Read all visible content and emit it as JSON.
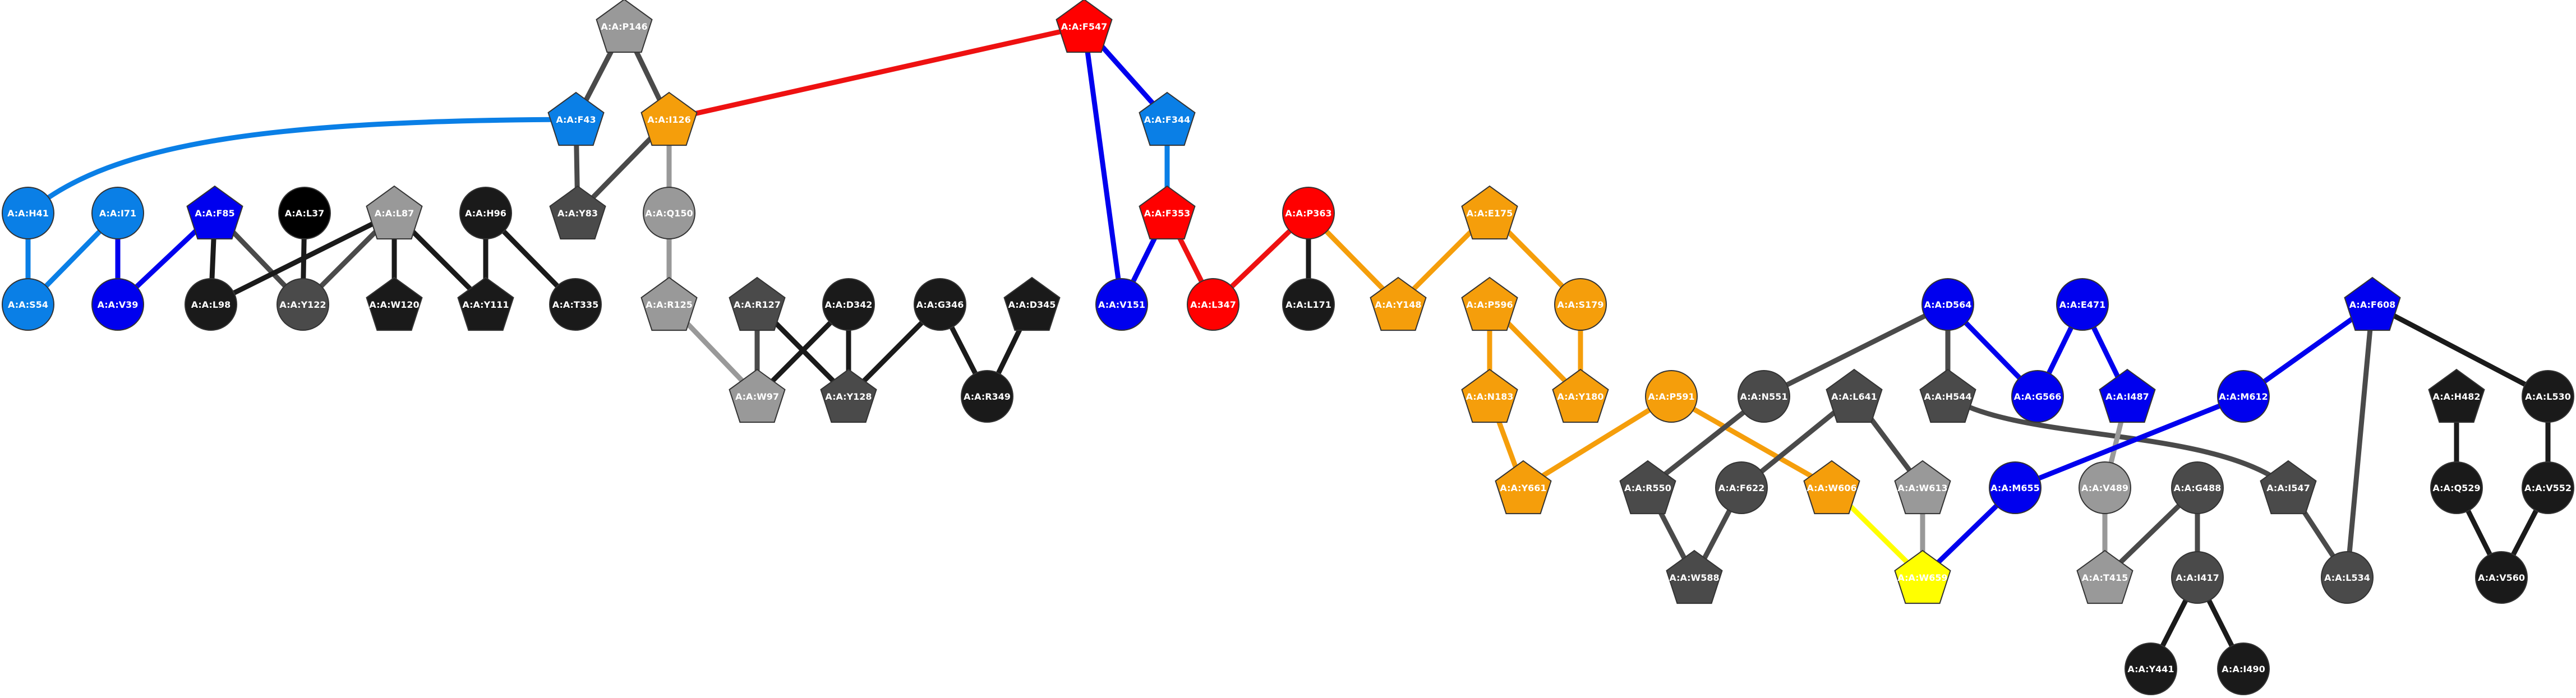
{
  "nodes": [
    {
      "id": "P146",
      "label": "A:A:P146",
      "shape": "pentagon",
      "color": "#999999"
    },
    {
      "id": "F547",
      "label": "A:A:F547",
      "shape": "pentagon",
      "color": "#ff0000"
    },
    {
      "id": "F43",
      "label": "A:A:F43",
      "shape": "pentagon",
      "color": "#0a7fe6"
    },
    {
      "id": "I126",
      "label": "A:A:I126",
      "shape": "pentagon",
      "color": "#f59e0b"
    },
    {
      "id": "F344",
      "label": "A:A:F344",
      "shape": "pentagon",
      "color": "#0a7fe6"
    },
    {
      "id": "H41",
      "label": "A:A:H41",
      "shape": "circle",
      "color": "#0a7fe6"
    },
    {
      "id": "I71",
      "label": "A:A:I71",
      "shape": "circle",
      "color": "#0a7fe6"
    },
    {
      "id": "F85",
      "label": "A:A:F85",
      "shape": "pentagon",
      "color": "#0000ee"
    },
    {
      "id": "L37",
      "label": "A:A:L37",
      "shape": "circle",
      "color": "#000000"
    },
    {
      "id": "L87",
      "label": "A:A:L87",
      "shape": "pentagon",
      "color": "#999999"
    },
    {
      "id": "H96",
      "label": "A:A:H96",
      "shape": "circle",
      "color": "#1a1a1a"
    },
    {
      "id": "Y83",
      "label": "A:A:Y83",
      "shape": "pentagon",
      "color": "#4a4a4a"
    },
    {
      "id": "Q150",
      "label": "A:A:Q150",
      "shape": "circle",
      "color": "#999999"
    },
    {
      "id": "F353",
      "label": "A:A:F353",
      "shape": "pentagon",
      "color": "#ff0000"
    },
    {
      "id": "P363",
      "label": "A:A:P363",
      "shape": "circle",
      "color": "#ff0000"
    },
    {
      "id": "E175",
      "label": "A:A:E175",
      "shape": "pentagon",
      "color": "#f59e0b"
    },
    {
      "id": "S54",
      "label": "A:A:S54",
      "shape": "circle",
      "color": "#0a7fe6"
    },
    {
      "id": "V39",
      "label": "A:A:V39",
      "shape": "circle",
      "color": "#0000ee"
    },
    {
      "id": "L98",
      "label": "A:A:L98",
      "shape": "circle",
      "color": "#1a1a1a"
    },
    {
      "id": "Y122",
      "label": "A:A:Y122",
      "shape": "circle",
      "color": "#4a4a4a"
    },
    {
      "id": "W120",
      "label": "A:A:W120",
      "shape": "pentagon",
      "color": "#1a1a1a"
    },
    {
      "id": "Y111",
      "label": "A:A:Y111",
      "shape": "pentagon",
      "color": "#1a1a1a"
    },
    {
      "id": "T335",
      "label": "A:A:T335",
      "shape": "circle",
      "color": "#1a1a1a"
    },
    {
      "id": "R125",
      "label": "A:A:R125",
      "shape": "pentagon",
      "color": "#999999"
    },
    {
      "id": "R127",
      "label": "A:A:R127",
      "shape": "pentagon",
      "color": "#4a4a4a"
    },
    {
      "id": "D342",
      "label": "A:A:D342",
      "shape": "circle",
      "color": "#1a1a1a"
    },
    {
      "id": "G346",
      "label": "A:A:G346",
      "shape": "circle",
      "color": "#1a1a1a"
    },
    {
      "id": "D345",
      "label": "A:A:D345",
      "shape": "pentagon",
      "color": "#1a1a1a"
    },
    {
      "id": "V151",
      "label": "A:A:V151",
      "shape": "circle",
      "color": "#0000ee"
    },
    {
      "id": "L347",
      "label": "A:A:L347",
      "shape": "circle",
      "color": "#ff0000"
    },
    {
      "id": "L171",
      "label": "A:A:L171",
      "shape": "circle",
      "color": "#1a1a1a"
    },
    {
      "id": "Y148",
      "label": "A:A:Y148",
      "shape": "pentagon",
      "color": "#f59e0b"
    },
    {
      "id": "P596",
      "label": "A:A:P596",
      "shape": "pentagon",
      "color": "#f59e0b"
    },
    {
      "id": "S179",
      "label": "A:A:S179",
      "shape": "circle",
      "color": "#f59e0b"
    },
    {
      "id": "D564",
      "label": "A:A:D564",
      "shape": "circle",
      "color": "#0000ee"
    },
    {
      "id": "E471",
      "label": "A:A:E471",
      "shape": "circle",
      "color": "#0000ee"
    },
    {
      "id": "F608",
      "label": "A:A:F608",
      "shape": "pentagon",
      "color": "#0000ee"
    },
    {
      "id": "W97",
      "label": "A:A:W97",
      "shape": "pentagon",
      "color": "#999999"
    },
    {
      "id": "Y128",
      "label": "A:A:Y128",
      "shape": "pentagon",
      "color": "#4a4a4a"
    },
    {
      "id": "R349",
      "label": "A:A:R349",
      "shape": "circle",
      "color": "#1a1a1a"
    },
    {
      "id": "N183",
      "label": "A:A:N183",
      "shape": "pentagon",
      "color": "#f59e0b"
    },
    {
      "id": "Y180",
      "label": "A:A:Y180",
      "shape": "pentagon",
      "color": "#f59e0b"
    },
    {
      "id": "P591",
      "label": "A:A:P591",
      "shape": "circle",
      "color": "#f59e0b"
    },
    {
      "id": "N551",
      "label": "A:A:N551",
      "shape": "circle",
      "color": "#4a4a4a"
    },
    {
      "id": "L641",
      "label": "A:A:L641",
      "shape": "pentagon",
      "color": "#4a4a4a"
    },
    {
      "id": "H544",
      "label": "A:A:H544",
      "shape": "pentagon",
      "color": "#4a4a4a"
    },
    {
      "id": "G566",
      "label": "A:A:G566",
      "shape": "circle",
      "color": "#0000ee"
    },
    {
      "id": "I487",
      "label": "A:A:I487",
      "shape": "pentagon",
      "color": "#0000ee"
    },
    {
      "id": "M612",
      "label": "A:A:M612",
      "shape": "circle",
      "color": "#0000ee"
    },
    {
      "id": "H482",
      "label": "A:A:H482",
      "shape": "pentagon",
      "color": "#1a1a1a"
    },
    {
      "id": "L530",
      "label": "A:A:L530",
      "shape": "circle",
      "color": "#1a1a1a"
    },
    {
      "id": "Y661",
      "label": "A:A:Y661",
      "shape": "pentagon",
      "color": "#f59e0b"
    },
    {
      "id": "R550",
      "label": "A:A:R550",
      "shape": "pentagon",
      "color": "#4a4a4a"
    },
    {
      "id": "F622",
      "label": "A:A:F622",
      "shape": "circle",
      "color": "#4a4a4a"
    },
    {
      "id": "W606",
      "label": "A:A:W606",
      "shape": "pentagon",
      "color": "#f59e0b"
    },
    {
      "id": "W613",
      "label": "A:A:W613",
      "shape": "pentagon",
      "color": "#999999"
    },
    {
      "id": "M655",
      "label": "A:A:M655",
      "shape": "circle",
      "color": "#0000ee"
    },
    {
      "id": "V489",
      "label": "A:A:V489",
      "shape": "circle",
      "color": "#999999"
    },
    {
      "id": "G488",
      "label": "A:A:G488",
      "shape": "circle",
      "color": "#4a4a4a"
    },
    {
      "id": "I547",
      "label": "A:A:I547",
      "shape": "pentagon",
      "color": "#4a4a4a"
    },
    {
      "id": "Q529",
      "label": "A:A:Q529",
      "shape": "circle",
      "color": "#1a1a1a"
    },
    {
      "id": "V552",
      "label": "A:A:V552",
      "shape": "circle",
      "color": "#1a1a1a"
    },
    {
      "id": "W588",
      "label": "A:A:W588",
      "shape": "pentagon",
      "color": "#4a4a4a"
    },
    {
      "id": "W659",
      "label": "A:A:W659",
      "shape": "pentagon",
      "color": "#ffff00"
    },
    {
      "id": "T415",
      "label": "A:A:T415",
      "shape": "pentagon",
      "color": "#999999"
    },
    {
      "id": "I417",
      "label": "A:A:I417",
      "shape": "circle",
      "color": "#4a4a4a"
    },
    {
      "id": "L534",
      "label": "A:A:L534",
      "shape": "circle",
      "color": "#4a4a4a"
    },
    {
      "id": "V560",
      "label": "A:A:V560",
      "shape": "circle",
      "color": "#1a1a1a"
    },
    {
      "id": "Y441",
      "label": "A:A:Y441",
      "shape": "circle",
      "color": "#1a1a1a"
    },
    {
      "id": "I490",
      "label": "A:A:I490",
      "shape": "circle",
      "color": "#1a1a1a"
    }
  ],
  "edges": [
    {
      "source": "P146",
      "target": "F43",
      "color": "#4a4a4a"
    },
    {
      "source": "P146",
      "target": "I126",
      "color": "#4a4a4a"
    },
    {
      "source": "F547",
      "target": "I126",
      "color": "#ee1111"
    },
    {
      "source": "F547",
      "target": "F344",
      "color": "#0000ee"
    },
    {
      "source": "F547",
      "target": "V151",
      "color": "#0000ee"
    },
    {
      "source": "F43",
      "target": "H41",
      "color": "#0a7fe6"
    },
    {
      "source": "F43",
      "target": "Y83",
      "color": "#4a4a4a"
    },
    {
      "source": "I126",
      "target": "Y83",
      "color": "#4a4a4a"
    },
    {
      "source": "I126",
      "target": "Q150",
      "color": "#999999"
    },
    {
      "source": "F344",
      "target": "F353",
      "color": "#0a7fe6"
    },
    {
      "source": "H41",
      "target": "S54",
      "color": "#0a7fe6"
    },
    {
      "source": "I71",
      "target": "S54",
      "color": "#0a7fe6"
    },
    {
      "source": "I71",
      "target": "V39",
      "color": "#0000ee"
    },
    {
      "source": "F85",
      "target": "V39",
      "color": "#0000ee"
    },
    {
      "source": "F85",
      "target": "L98",
      "color": "#1a1a1a"
    },
    {
      "source": "F85",
      "target": "Y122",
      "color": "#4a4a4a"
    },
    {
      "source": "L37",
      "target": "Y122",
      "color": "#1a1a1a"
    },
    {
      "source": "L87",
      "target": "L98",
      "color": "#1a1a1a"
    },
    {
      "source": "L87",
      "target": "Y122",
      "color": "#4a4a4a"
    },
    {
      "source": "L87",
      "target": "W120",
      "color": "#1a1a1a"
    },
    {
      "source": "L87",
      "target": "Y111",
      "color": "#1a1a1a"
    },
    {
      "source": "H96",
      "target": "Y111",
      "color": "#1a1a1a"
    },
    {
      "source": "H96",
      "target": "T335",
      "color": "#1a1a1a"
    },
    {
      "source": "Q150",
      "target": "R125",
      "color": "#999999"
    },
    {
      "source": "R125",
      "target": "W97",
      "color": "#999999"
    },
    {
      "source": "R127",
      "target": "W97",
      "color": "#4a4a4a"
    },
    {
      "source": "R127",
      "target": "Y128",
      "color": "#1a1a1a"
    },
    {
      "source": "D342",
      "target": "W97",
      "color": "#1a1a1a"
    },
    {
      "source": "D342",
      "target": "Y128",
      "color": "#1a1a1a"
    },
    {
      "source": "G346",
      "target": "Y128",
      "color": "#1a1a1a"
    },
    {
      "source": "G346",
      "target": "R349",
      "color": "#1a1a1a"
    },
    {
      "source": "D345",
      "target": "R349",
      "color": "#1a1a1a"
    },
    {
      "source": "F353",
      "target": "V151",
      "color": "#0000ee"
    },
    {
      "source": "F353",
      "target": "L347",
      "color": "#ee1111"
    },
    {
      "source": "P363",
      "target": "L347",
      "color": "#ee1111"
    },
    {
      "source": "P363",
      "target": "L171",
      "color": "#1a1a1a"
    },
    {
      "source": "P363",
      "target": "Y148",
      "color": "#f59e0b"
    },
    {
      "source": "E175",
      "target": "Y148",
      "color": "#f59e0b"
    },
    {
      "source": "E175",
      "target": "S179",
      "color": "#f59e0b"
    },
    {
      "source": "S179",
      "target": "Y180",
      "color": "#f59e0b"
    },
    {
      "source": "P596",
      "target": "Y180",
      "color": "#f59e0b"
    },
    {
      "source": "P596",
      "target": "N183",
      "color": "#f59e0b"
    },
    {
      "source": "N183",
      "target": "Y661",
      "color": "#f59e0b"
    },
    {
      "source": "P591",
      "target": "Y661",
      "color": "#f59e0b"
    },
    {
      "source": "P591",
      "target": "W606",
      "color": "#f59e0b"
    },
    {
      "source": "D564",
      "target": "N551",
      "color": "#4a4a4a"
    },
    {
      "source": "D564",
      "target": "H544",
      "color": "#4a4a4a"
    },
    {
      "source": "D564",
      "target": "G566",
      "color": "#0000ee"
    },
    {
      "source": "E471",
      "target": "G566",
      "color": "#0000ee"
    },
    {
      "source": "E471",
      "target": "I487",
      "color": "#0000ee"
    },
    {
      "source": "F608",
      "target": "M612",
      "color": "#0000ee"
    },
    {
      "source": "F608",
      "target": "L530",
      "color": "#1a1a1a"
    },
    {
      "source": "F608",
      "target": "L534",
      "color": "#4a4a4a"
    },
    {
      "source": "N551",
      "target": "R550",
      "color": "#4a4a4a"
    },
    {
      "source": "L641",
      "target": "F622",
      "color": "#4a4a4a"
    },
    {
      "source": "L641",
      "target": "W613",
      "color": "#4a4a4a"
    },
    {
      "source": "H544",
      "target": "I547",
      "color": "#4a4a4a"
    },
    {
      "source": "I487",
      "target": "V489",
      "color": "#999999"
    },
    {
      "source": "M612",
      "target": "M655",
      "color": "#0000ee"
    },
    {
      "source": "H482",
      "target": "Q529",
      "color": "#1a1a1a"
    },
    {
      "source": "L530",
      "target": "V552",
      "color": "#1a1a1a"
    },
    {
      "source": "R550",
      "target": "W588",
      "color": "#4a4a4a"
    },
    {
      "source": "F622",
      "target": "W588",
      "color": "#4a4a4a"
    },
    {
      "source": "W606",
      "target": "W659",
      "color": "#ffff00"
    },
    {
      "source": "W613",
      "target": "W659",
      "color": "#999999"
    },
    {
      "source": "M655",
      "target": "W659",
      "color": "#0000ee"
    },
    {
      "source": "V489",
      "target": "T415",
      "color": "#999999"
    },
    {
      "source": "G488",
      "target": "T415",
      "color": "#4a4a4a"
    },
    {
      "source": "G488",
      "target": "I417",
      "color": "#4a4a4a"
    },
    {
      "source": "I547",
      "target": "L534",
      "color": "#4a4a4a"
    },
    {
      "source": "Q529",
      "target": "V560",
      "color": "#1a1a1a"
    },
    {
      "source": "V552",
      "target": "V560",
      "color": "#1a1a1a"
    },
    {
      "source": "I417",
      "target": "Y441",
      "color": "#1a1a1a"
    },
    {
      "source": "I417",
      "target": "I490",
      "color": "#1a1a1a"
    }
  ]
}
